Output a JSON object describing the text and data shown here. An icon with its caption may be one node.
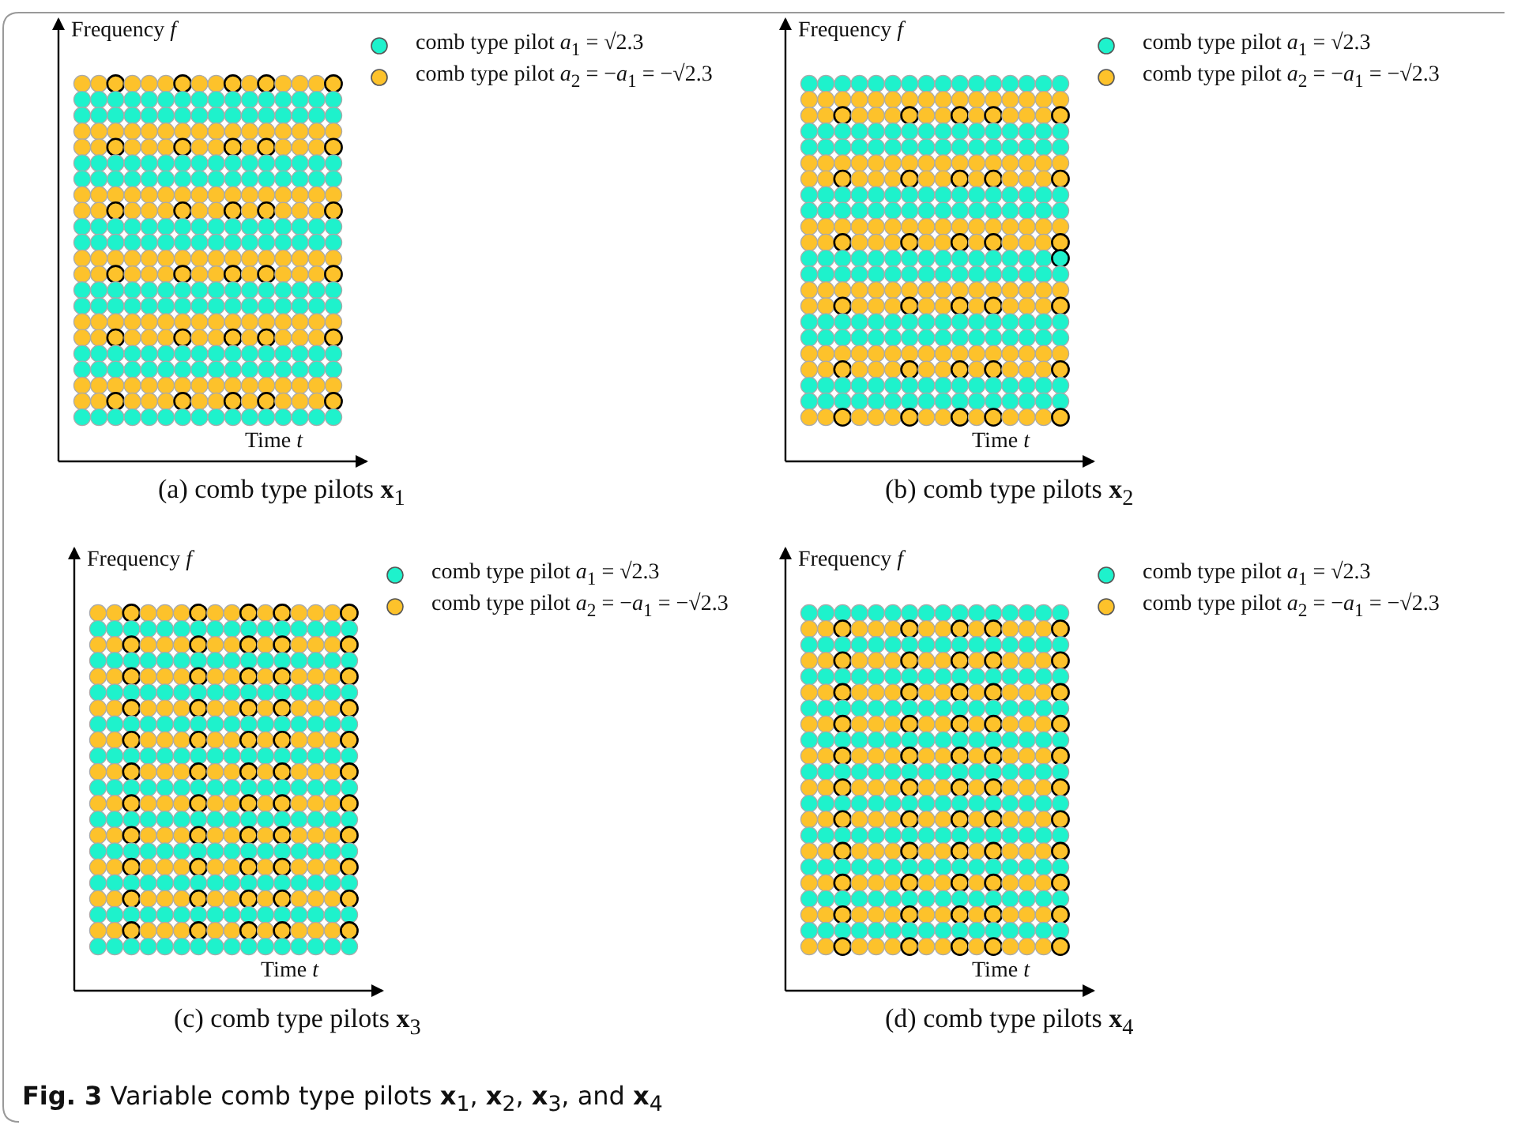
{
  "diagram": {
    "caption": "**Fig. 3** Variable comb type pilots **x**$_{1}$, **x**$_{2}$, **x**$_{3}$, and **x**$_{4}$",
    "labels": [
      "Frequency *f*",
      "Time *t*",
      "(a) comb type pilots  **x**$_{1}$",
      "Frequency *f*",
      "Time *t*",
      "(b) comb type pilots  **x**$_{2}$",
      "Frequency *f*",
      "Time *t*",
      "(c) comb type pilots  **x**$_{3}$",
      "Frequency *f*",
      "Time *t*",
      "(d) comb type pilots  **x**$_{4}$"
    ],
    "legend": [
      {
        "text": "comb type pilot  *a*$_{1}$ = √2.3",
        "color": "#1ef2cc"
      },
      {
        "text": "comb type pilot  *a*$_{2}$ = −*a*$_{1}$ = −√2.3",
        "color": "#fdc22b"
      },
      {
        "text": "comb type pilot  *a*$_{1}$ = √2.3",
        "color": "#1ef2cc"
      },
      {
        "text": "comb type pilot  *a*$_{2}$ = −*a*$_{1}$ = −√2.3",
        "color": "#fdc22b"
      },
      {
        "text": "comb type pilot  *a*$_{1}$ = √2.3",
        "color": "#1ef2cc"
      },
      {
        "text": "comb type pilot  *a*$_{2}$ = −*a*$_{1}$ = −√2.3",
        "color": "#fdc22b"
      },
      {
        "text": "comb type pilot  *a*$_{1}$ = √2.3",
        "color": "#1ef2cc"
      },
      {
        "text": "comb type pilot  *a*$_{2}$ = −*a*$_{1}$ = −√2.3",
        "color": "#fdc22b"
      }
    ]
  }
}
